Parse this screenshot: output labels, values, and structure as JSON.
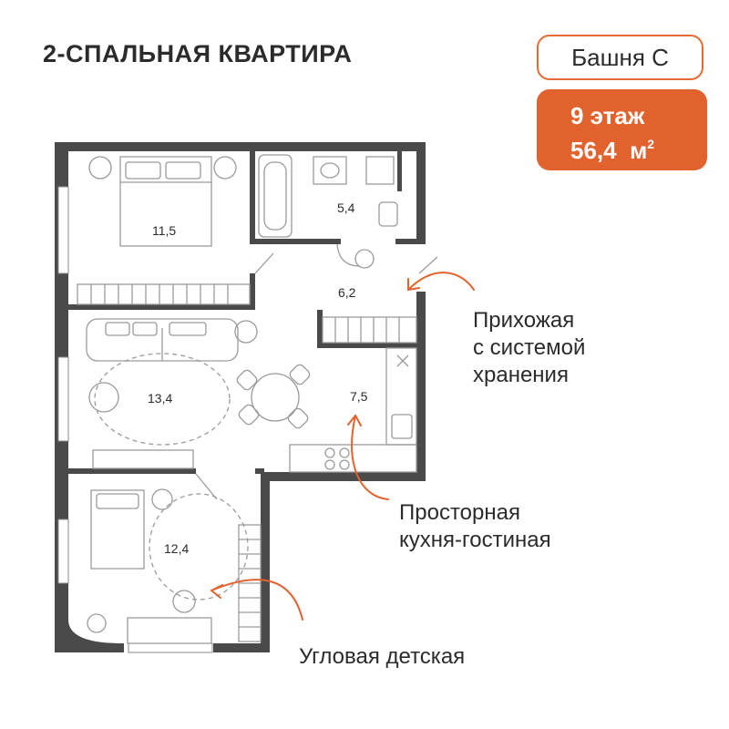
{
  "header": {
    "title": "2-СПАЛЬНАЯ КВАРТИРА",
    "tower": "Башня С",
    "floor": "9 этаж",
    "area_value": "56,4",
    "area_unit": "м",
    "area_sup": "2"
  },
  "rooms": {
    "bedroom": "11,5",
    "bathroom": "5,4",
    "hallway": "6,2",
    "living": "13,4",
    "kitchen": "7,5",
    "kids": "12,4"
  },
  "notes": {
    "storage": [
      "Прихожая",
      "с системой",
      "хранения"
    ],
    "kitchen": [
      "Просторная",
      "кухня-гостиная"
    ],
    "kids": "Угловая детская"
  },
  "colors": {
    "accent": "#e2622d",
    "wall": "#4a4a4a",
    "furniture": "#9a9a9a"
  }
}
